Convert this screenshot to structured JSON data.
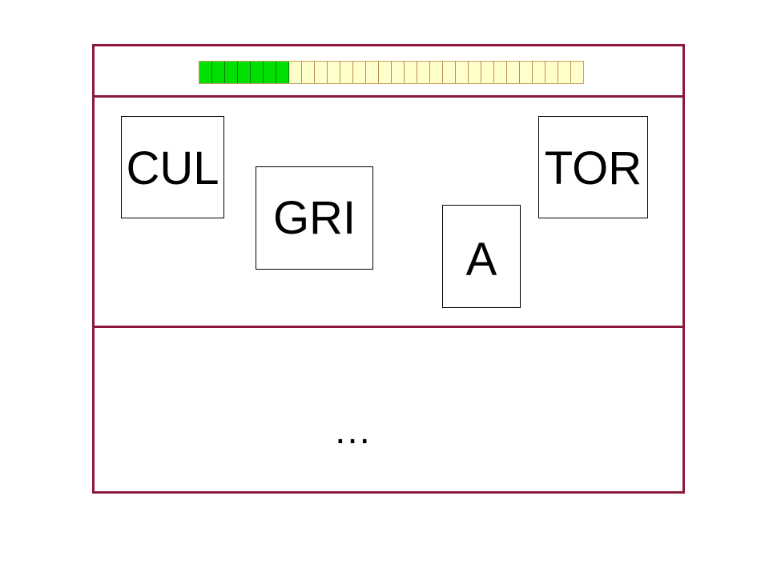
{
  "colors": {
    "frame_border": "#8b1a3a",
    "progress_filled": "#00e000",
    "progress_empty": "#ffffcc",
    "tile_border": "#000000",
    "background": "#ffffff"
  },
  "progress": {
    "filled_cells": 7,
    "total_cells": 30,
    "fraction": 0.2333
  },
  "tiles": [
    {
      "label": "CUL"
    },
    {
      "label": "GRI"
    },
    {
      "label": "A"
    },
    {
      "label": "TOR"
    }
  ],
  "answer_area": {
    "text": "…"
  }
}
